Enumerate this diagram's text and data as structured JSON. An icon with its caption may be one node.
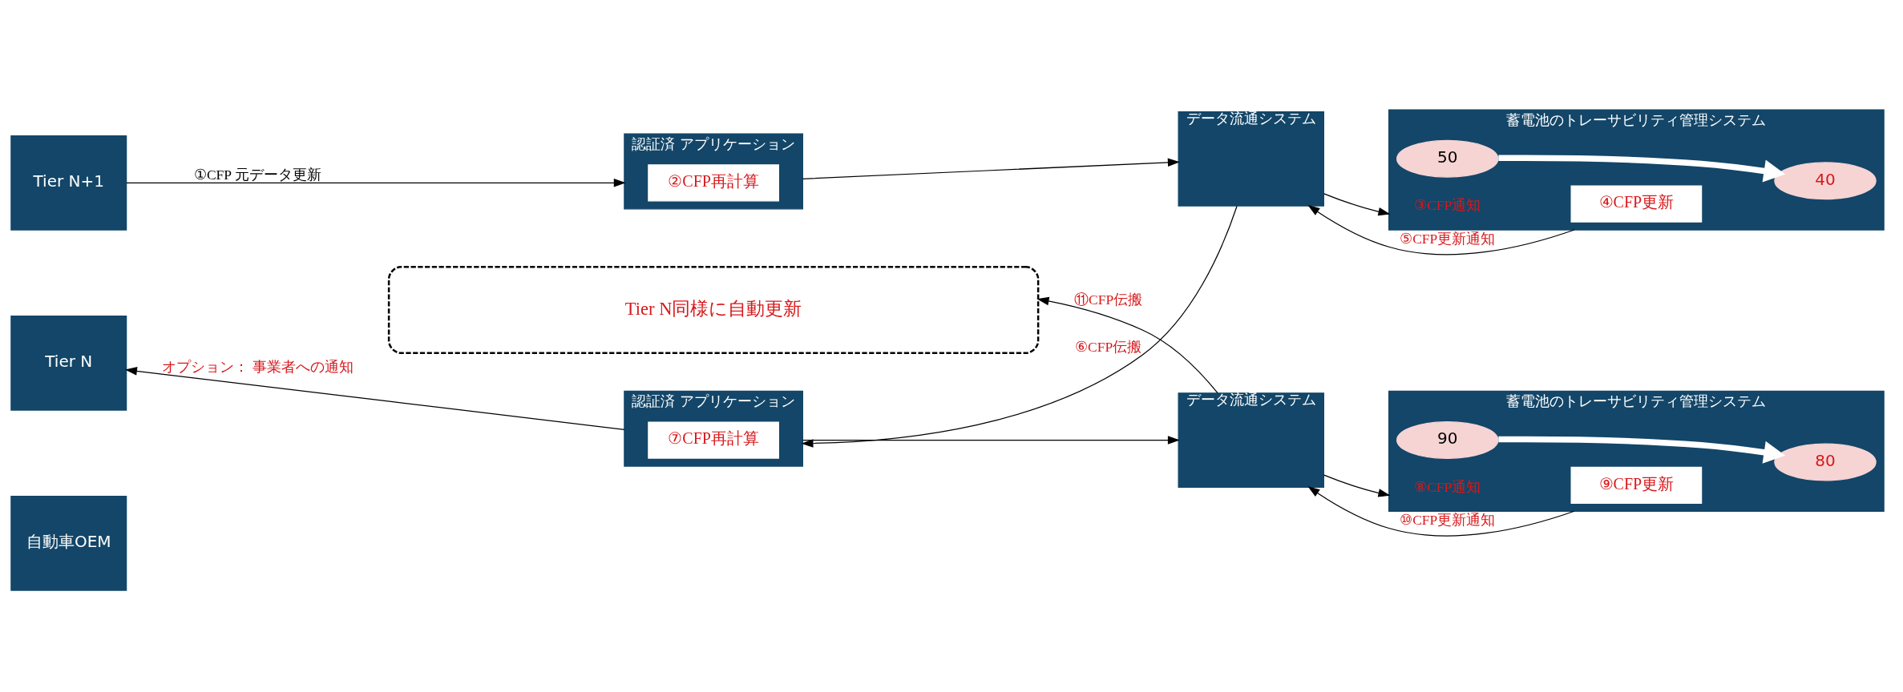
{
  "diagram": {
    "nodes": [
      {
        "text": [
          "Tier N+1"
        ]
      },
      {
        "text": [
          "認証済 アプリケーション"
        ]
      },
      {
        "text": [
          "②CFP再計算"
        ],
        "in": 1
      },
      {
        "text": [
          "データ流通システム"
        ]
      },
      {
        "text": [
          "蓄電池のトレーサビリティ管理システム"
        ]
      },
      {
        "text": [
          "④CFP更新"
        ],
        "in": 4
      },
      {
        "text": [
          "50"
        ],
        "in": 4
      },
      {
        "text": [
          "40"
        ],
        "in": 4
      },
      {
        "text": [
          "Tier N"
        ]
      },
      {
        "text": [
          "認証済 アプリケーション"
        ]
      },
      {
        "text": [
          "⑦CFP再計算"
        ],
        "in": 9
      },
      {
        "text": [
          "データ流通システム"
        ]
      },
      {
        "text": [
          "蓄電池のトレーサビリティ管理システム"
        ]
      },
      {
        "text": [
          "⑨CFP更新"
        ],
        "in": 12
      },
      {
        "text": [
          "90"
        ],
        "in": 12
      },
      {
        "text": [
          "80"
        ],
        "in": 12
      },
      {
        "text": [
          "自動車OEM"
        ]
      },
      {
        "text": [
          "Tier N同様に自動更新"
        ]
      }
    ],
    "edges": [
      {
        "from": 0,
        "to": 1,
        "arrow": "to",
        "label": "①CFP 元データ更新"
      },
      {
        "from": 1,
        "to": 3,
        "arrow": "to"
      },
      {
        "from": 3,
        "to": 4,
        "arrow": "to",
        "label": "③CFP通知"
      },
      {
        "from": 4,
        "to": 3,
        "arrow": "to",
        "label": "⑤CFP更新通知"
      },
      {
        "from": 3,
        "to": 9,
        "arrow": "to",
        "label": "⑥CFP伝搬"
      },
      {
        "from": 6,
        "to": 7,
        "arrow": "to",
        "style": "thick",
        "color": "#ffffff"
      },
      {
        "from": 9,
        "to": 8,
        "arrow": "to",
        "label": "オプション： 事業者への通知"
      },
      {
        "from": 9,
        "to": 11,
        "arrow": "to"
      },
      {
        "from": 11,
        "to": 12,
        "arrow": "to",
        "label": "⑧CFP通知"
      },
      {
        "from": 12,
        "to": 11,
        "arrow": "to",
        "label": "⑩CFP更新通知"
      },
      {
        "from": 11,
        "to": 17,
        "arrow": "to",
        "label": "⑪CFP伝搬"
      },
      {
        "from": 14,
        "to": 15,
        "arrow": "to",
        "style": "thick",
        "color": "#ffffff"
      }
    ]
  }
}
